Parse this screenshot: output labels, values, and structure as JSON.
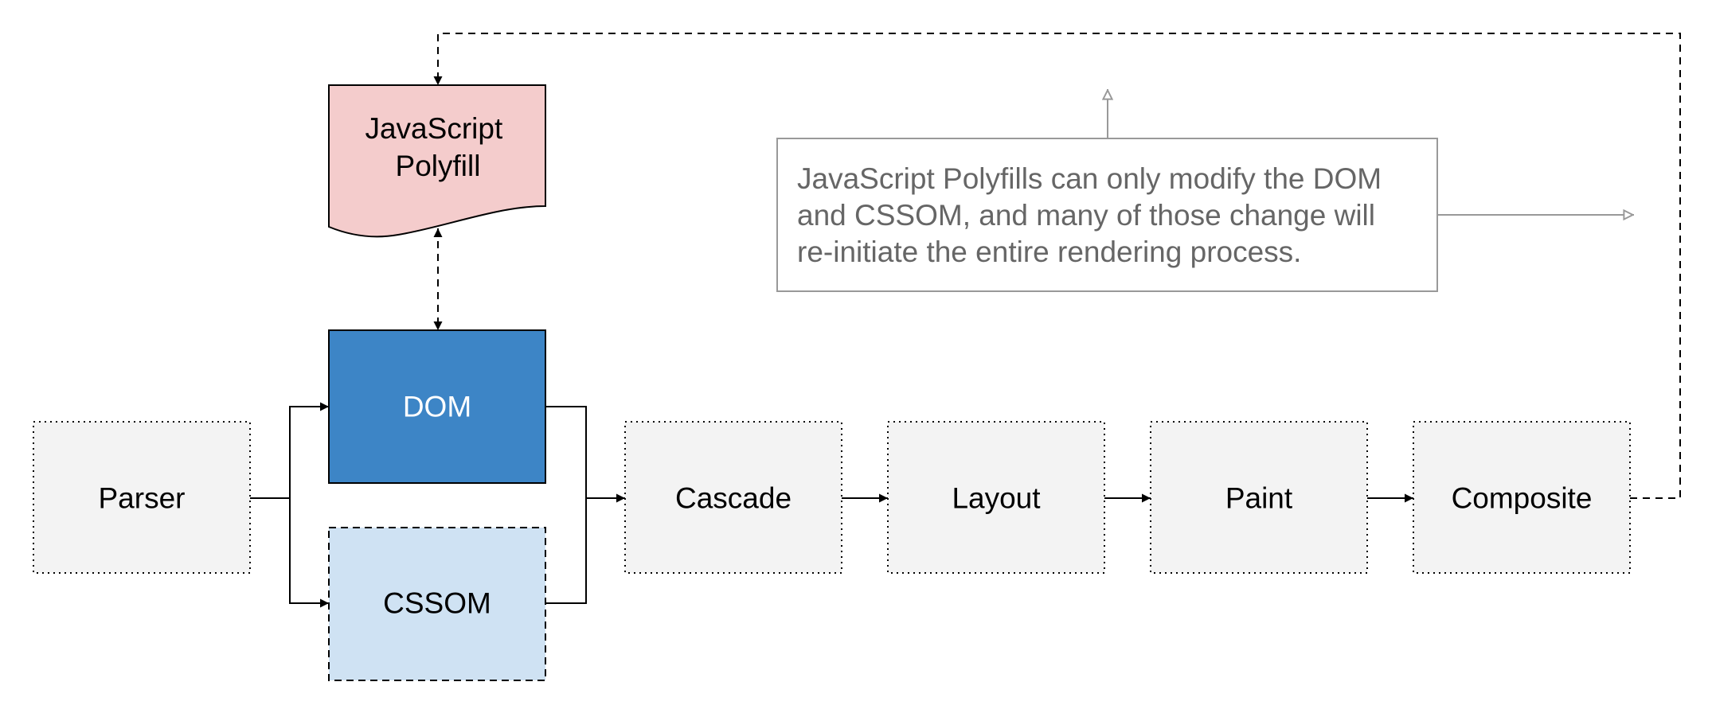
{
  "nodes": {
    "parser": {
      "label": "Parser"
    },
    "dom": {
      "label": "DOM"
    },
    "cssom": {
      "label": "CSSOM"
    },
    "cascade": {
      "label": "Cascade"
    },
    "layout": {
      "label": "Layout"
    },
    "paint": {
      "label": "Paint"
    },
    "composite": {
      "label": "Composite"
    },
    "polyfill": {
      "label_line1": "JavaScript",
      "label_line2": "Polyfill"
    }
  },
  "note": {
    "line1": "JavaScript Polyfills can only modify the DOM",
    "line2": "and CSSOM, and many of those change will",
    "line3": "re-initiate the entire rendering process."
  },
  "colors": {
    "stage_fill": "#f3f3f3",
    "dom_fill": "#3d85c6",
    "cssom_fill": "#cfe2f3",
    "polyfill_fill": "#f4cccc",
    "note_border": "#999999",
    "note_text": "#666666",
    "connector": "#000000"
  }
}
